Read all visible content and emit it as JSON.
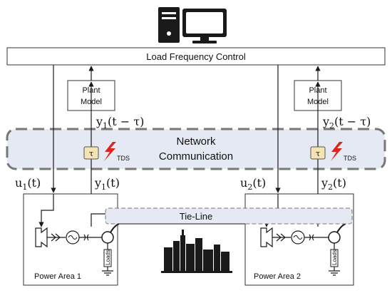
{
  "header": {
    "title": "Load Frequency Control"
  },
  "icons": {
    "computer": "desktop-computer-icon",
    "city": "city-skyline-icon",
    "attack": "lightning-attack-icon"
  },
  "network": {
    "line1": "Network",
    "line2": "Communication"
  },
  "tie_line": {
    "label": "Tie-Line"
  },
  "areas": [
    {
      "name": "Power Area 1",
      "plant_model": [
        "Plant",
        "Model"
      ],
      "delay_symbol": "τ",
      "attack_label": "TDS",
      "input_signal": "u",
      "input_sub": "1",
      "input_arg": "(t)",
      "output_signal": "y",
      "output_sub": "1",
      "output_arg": "(t)",
      "delayed_output_arg": "(t − τ)",
      "loads_label": "Loads"
    },
    {
      "name": "Power Area 2",
      "plant_model": [
        "Plant",
        "Model"
      ],
      "delay_symbol": "τ",
      "attack_label": "TDS",
      "input_signal": "u",
      "input_sub": "2",
      "input_arg": "(t)",
      "output_signal": "y",
      "output_sub": "2",
      "output_arg": "(t)",
      "delayed_output_arg": "(t − τ)",
      "loads_label": "Loads"
    }
  ],
  "colors": {
    "network_band": "#e4e9f3",
    "network_dash": "#777777",
    "delay_box": "#f6e3b4",
    "attack": "#e0231b",
    "line": "#1a1a1a"
  }
}
